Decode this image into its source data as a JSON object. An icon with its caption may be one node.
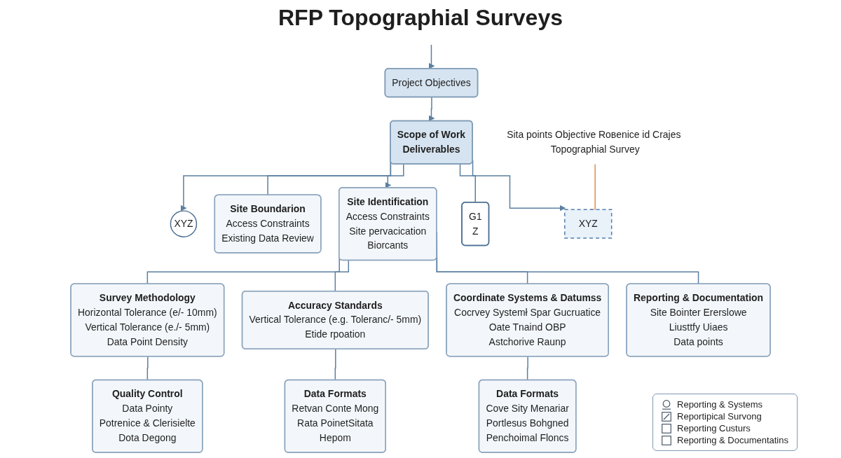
{
  "diagram": {
    "title": "RFP Topographial Surveys",
    "nodes": [
      {
        "text": [
          "Project Objectives"
        ]
      },
      {
        "text": [
          "Scope of Work",
          "Deliverables"
        ]
      },
      {
        "text": [
          "XYZ"
        ]
      },
      {
        "text": [
          "G1",
          "Z"
        ]
      },
      {
        "text": [
          "XYZ"
        ]
      },
      {
        "text": [
          "Sita points Objective Roвenice id Crajes Topographial Survey"
        ]
      },
      {
        "text": [
          "Site Boundarion",
          "Access Constraints",
          "Existing Data Review"
        ]
      },
      {
        "text": [
          "Site Identification",
          "Access Constraints",
          "Site pervacication",
          "Biorcants"
        ]
      },
      {
        "text": [
          "Survey Methodology",
          "Horizontal Tolerance (e/- 10mm)",
          "Vertical Tolerance (e./- 5mm)",
          "Data Point Density"
        ]
      },
      {
        "text": [
          "Accuracy Standards",
          "Vertical Tolerance (e.g. Toleranc/- 5mm)",
          "Etide rpoation"
        ]
      },
      {
        "text": [
          "Coordinate Systems & Datumss",
          "Cocrvey Systemł Spar Gucruatice",
          "Oate Tnaind OBP",
          "Astchorive Raunp"
        ]
      },
      {
        "text": [
          "Reporting & Documentation",
          "Site Bointer Ererslowe",
          "Liusttfy Uiaes",
          "Data points"
        ]
      },
      {
        "text": [
          "Quality Control",
          "Data Pointy",
          "Potrenice & Clerisielte",
          "Dota Degong"
        ]
      },
      {
        "text": [
          "Data Formats",
          "Retvan Conte Mong",
          "Rata PoinetSitata",
          "Hepom"
        ]
      },
      {
        "text": [
          "Data Formats",
          "Cove Sity Menariar",
          "Portlesus Bohgned",
          "Penchoimal Floncs"
        ]
      }
    ],
    "edges": [
      {
        "from": null,
        "to": 0,
        "arrow": "to"
      },
      {
        "from": 0,
        "to": 1,
        "arrow": "to"
      },
      {
        "from": 1,
        "to": 2,
        "arrow": "to"
      },
      {
        "from": 1,
        "to": 3,
        "arrow": "none"
      },
      {
        "from": 1,
        "to": 6,
        "arrow": "none"
      },
      {
        "from": 1,
        "to": 7,
        "arrow": "to"
      },
      {
        "from": 1,
        "to": 4,
        "arrow": "to"
      },
      {
        "from": 5,
        "to": 4,
        "arrow": "none",
        "color": "#e08a4e"
      },
      {
        "from": 7,
        "to": 8,
        "arrow": "none"
      },
      {
        "from": 7,
        "to": 9,
        "arrow": "none"
      },
      {
        "from": 7,
        "to": 10,
        "arrow": "none"
      },
      {
        "from": 7,
        "to": 11,
        "arrow": "none"
      },
      {
        "from": 8,
        "to": 12,
        "arrow": "none"
      },
      {
        "from": 9,
        "to": 13,
        "arrow": "none"
      },
      {
        "from": 10,
        "to": 14,
        "arrow": "none"
      }
    ],
    "legend": [
      {
        "text": "Reporting & Systems"
      },
      {
        "text": "Reportipical Survong"
      },
      {
        "text": "Reporting Custurs"
      },
      {
        "text": "Reporting & Documentatins"
      }
    ]
  }
}
